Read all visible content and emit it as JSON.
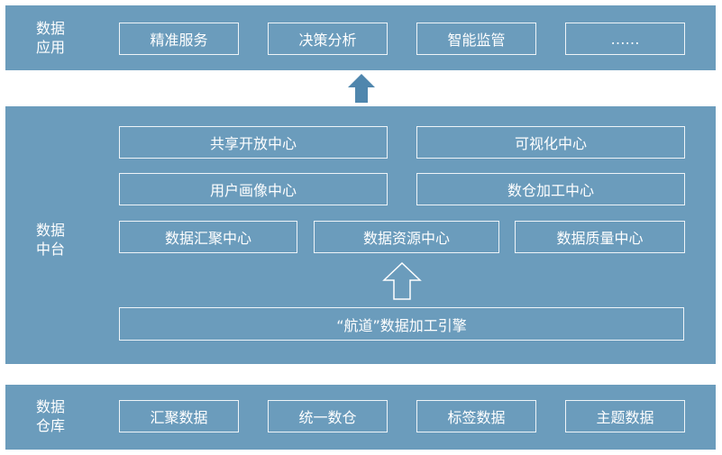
{
  "layers": {
    "app": {
      "label_line1": "数据",
      "label_line2": "应用",
      "items": [
        "精准服务",
        "决策分析",
        "智能监管",
        "……"
      ]
    },
    "platform": {
      "label_line1": "数据",
      "label_line2": "中台",
      "row1": [
        "共享开放中心",
        "可视化中心"
      ],
      "row2": [
        "用户画像中心",
        "数仓加工中心"
      ],
      "row3": [
        "数据汇聚中心",
        "数据资源中心",
        "数据质量中心"
      ],
      "engine": "“航道”数据加工引擎"
    },
    "warehouse": {
      "label_line1": "数据",
      "label_line2": "仓库",
      "items": [
        "汇聚数据",
        "统一数仓",
        "标签数据",
        "主题数据"
      ]
    }
  },
  "colors": {
    "band": "#6b9cbc",
    "arrow_solid": "#4f86ad",
    "box_border": "#eef4f8"
  }
}
